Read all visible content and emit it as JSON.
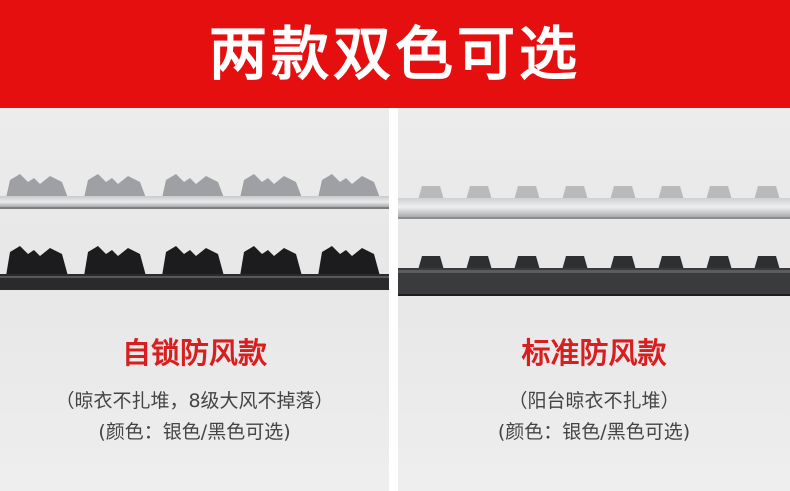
{
  "banner": {
    "title": "两款双色可选"
  },
  "panels": [
    {
      "style_name": "自锁防风款",
      "note_1": "（晾衣不扎堆，8级大风不掉落）",
      "note_2": "(颜色：银色/黑色可选)",
      "rails": [
        {
          "color": "silver",
          "fill": "#9fa0a3"
        },
        {
          "color": "black",
          "fill": "#1c1c1e"
        }
      ]
    },
    {
      "style_name": "标准防风款",
      "note_1": "（阳台晾衣不扎堆）",
      "note_2": "(颜色：银色/黑色可选)",
      "rails": [
        {
          "color": "silver",
          "fill": "#b9babc"
        },
        {
          "color": "black",
          "fill": "#2e2f31"
        }
      ]
    }
  ],
  "colors": {
    "banner": "#e60f10",
    "style_name": "#d81e1e",
    "note": "#444444"
  }
}
